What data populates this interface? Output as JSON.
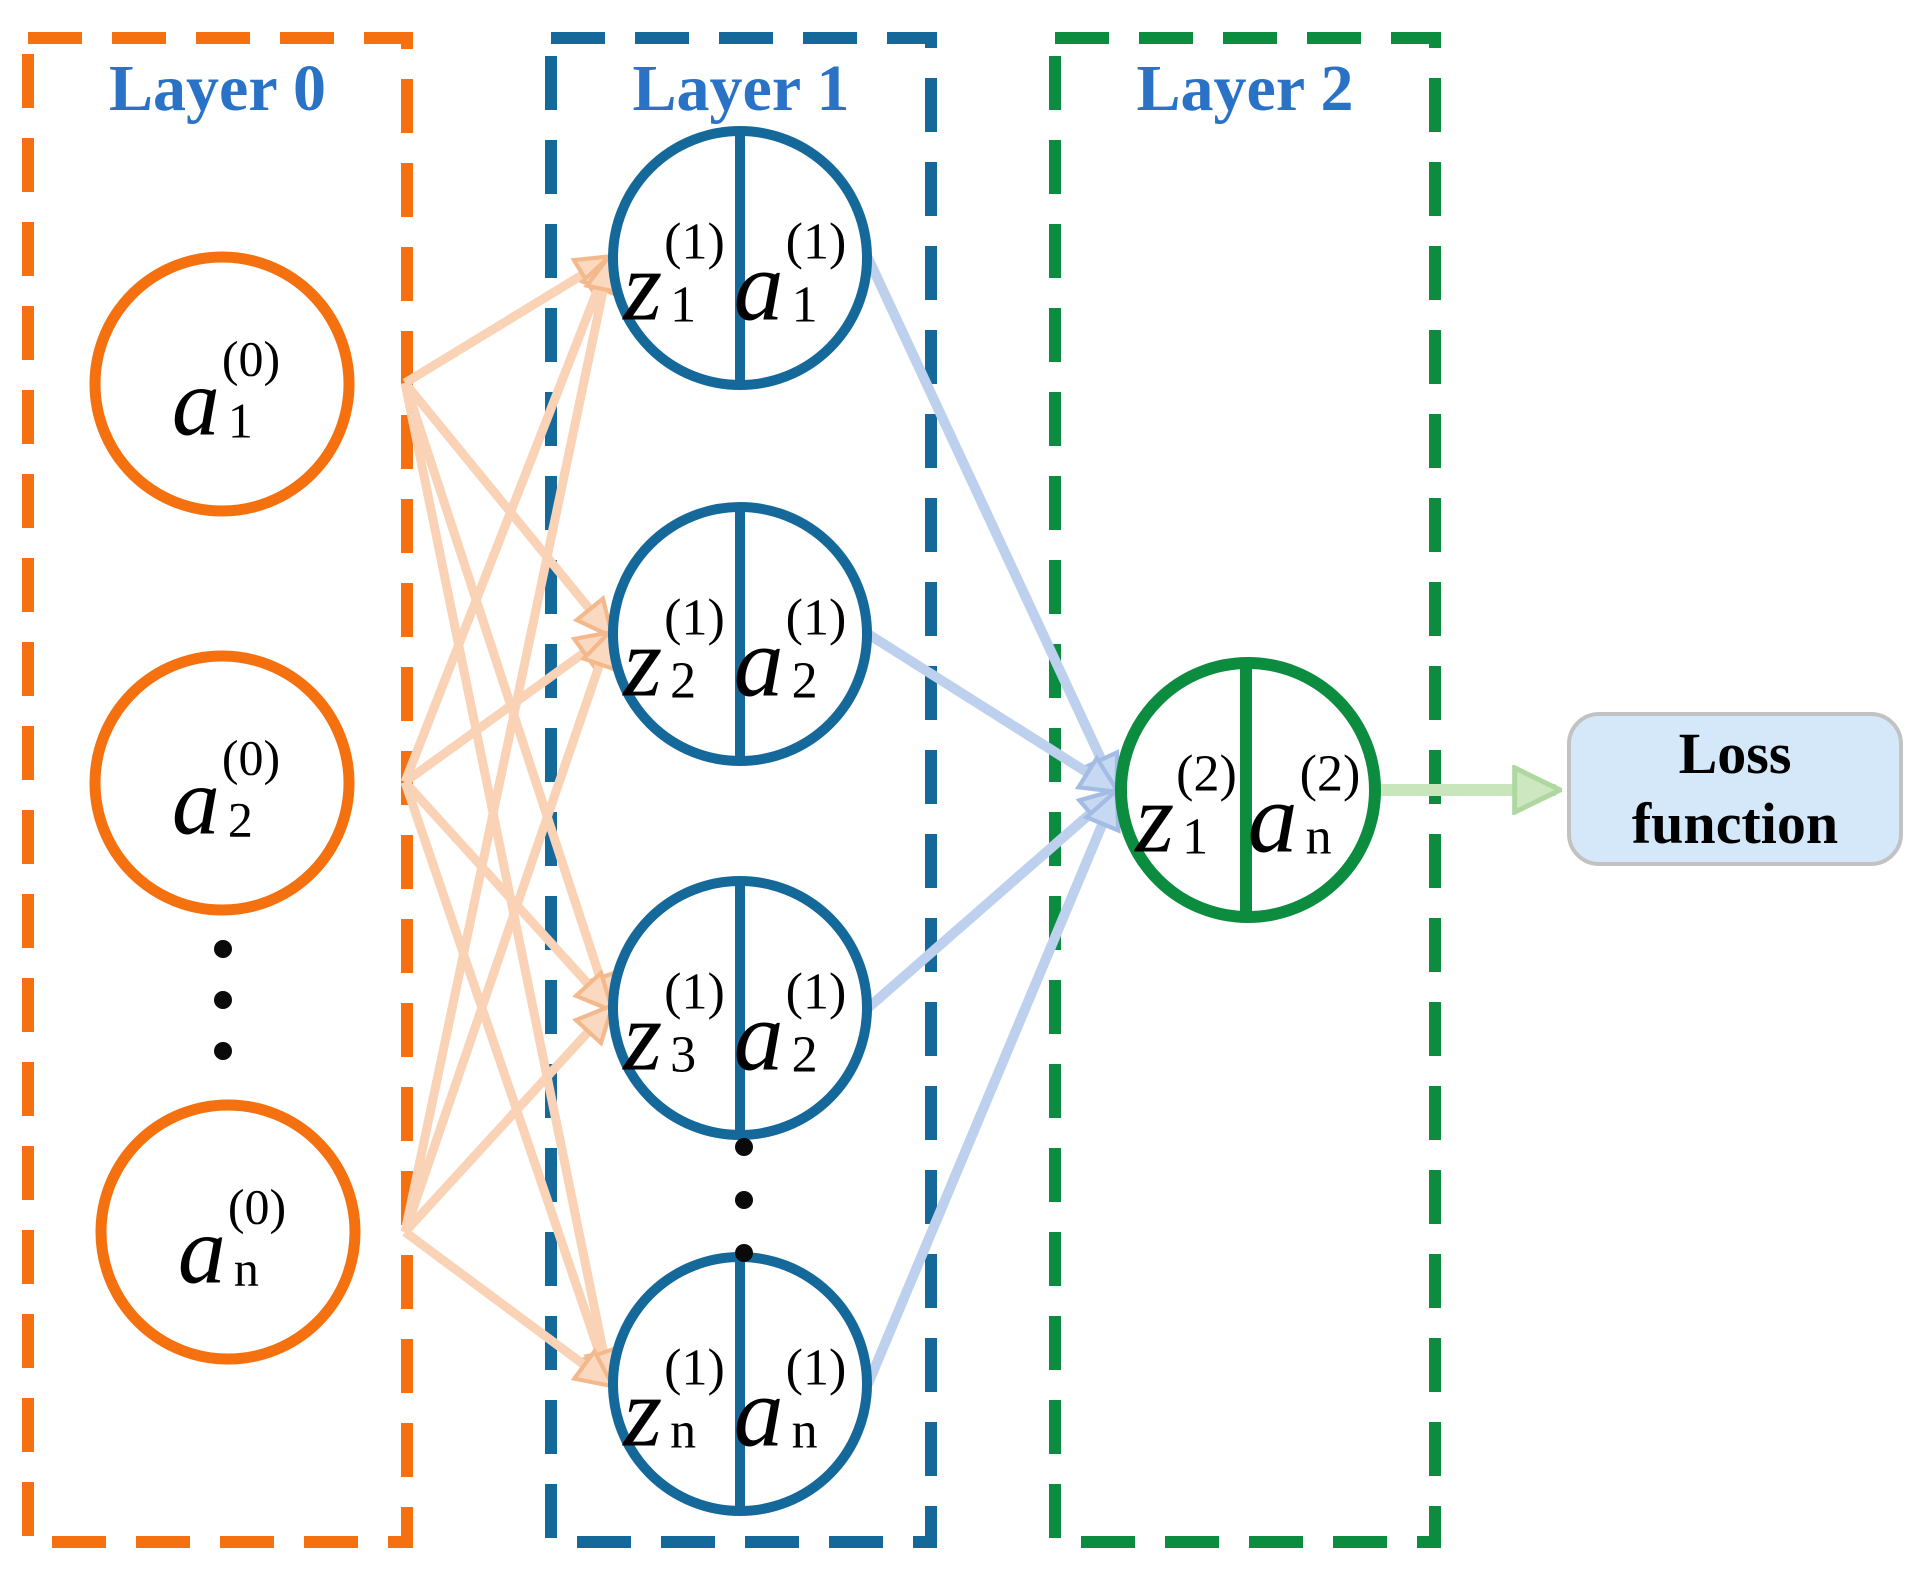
{
  "colors": {
    "layer0_box": "#F5700E",
    "layer1_box": "#15689A",
    "layer2_box": "#0B8C3F",
    "layer_title": "#2A72C6",
    "input_arrow": "#FAD2B5",
    "input_arrow_head": "#FBD9C0",
    "input_arrow_edge": "#F3B98C",
    "hidden_arrow": "#BDD0EE",
    "hidden_arrow_head": "#C7D8F2",
    "hidden_arrow_edge": "#A3BCE4",
    "output_arrow": "#C9E5BC",
    "output_arrow_head": "#CDE7C0",
    "output_arrow_edge": "#AFD8A0",
    "loss_box_fill": "#D4E8FA",
    "loss_box_border": "#C2C2C2",
    "node_text": "#000000"
  },
  "layer0": {
    "title": "Layer 0",
    "nodes": [
      {
        "letter": "a",
        "sup": "(0)",
        "sub": "1"
      },
      {
        "letter": "a",
        "sup": "(0)",
        "sub": "2"
      },
      {
        "letter": "a",
        "sup": "(0)",
        "sub": "n"
      }
    ]
  },
  "layer1": {
    "title": "Layer 1",
    "nodes": [
      {
        "left": {
          "letter": "z",
          "sup": "(1)",
          "sub": "1"
        },
        "right": {
          "letter": "a",
          "sup": "(1)",
          "sub": "1"
        }
      },
      {
        "left": {
          "letter": "z",
          "sup": "(1)",
          "sub": "2"
        },
        "right": {
          "letter": "a",
          "sup": "(1)",
          "sub": "2"
        }
      },
      {
        "left": {
          "letter": "z",
          "sup": "(1)",
          "sub": "3"
        },
        "right": {
          "letter": "a",
          "sup": "(1)",
          "sub": "2"
        }
      },
      {
        "left": {
          "letter": "z",
          "sup": "(1)",
          "sub": "n"
        },
        "right": {
          "letter": "a",
          "sup": "(1)",
          "sub": "n"
        }
      }
    ]
  },
  "layer2": {
    "title": "Layer 2",
    "node": {
      "left": {
        "letter": "z",
        "sup": "(2)",
        "sub": "1"
      },
      "right": {
        "letter": "a",
        "sup": "(2)",
        "sub": "n"
      }
    }
  },
  "loss": {
    "label": "Loss function"
  }
}
